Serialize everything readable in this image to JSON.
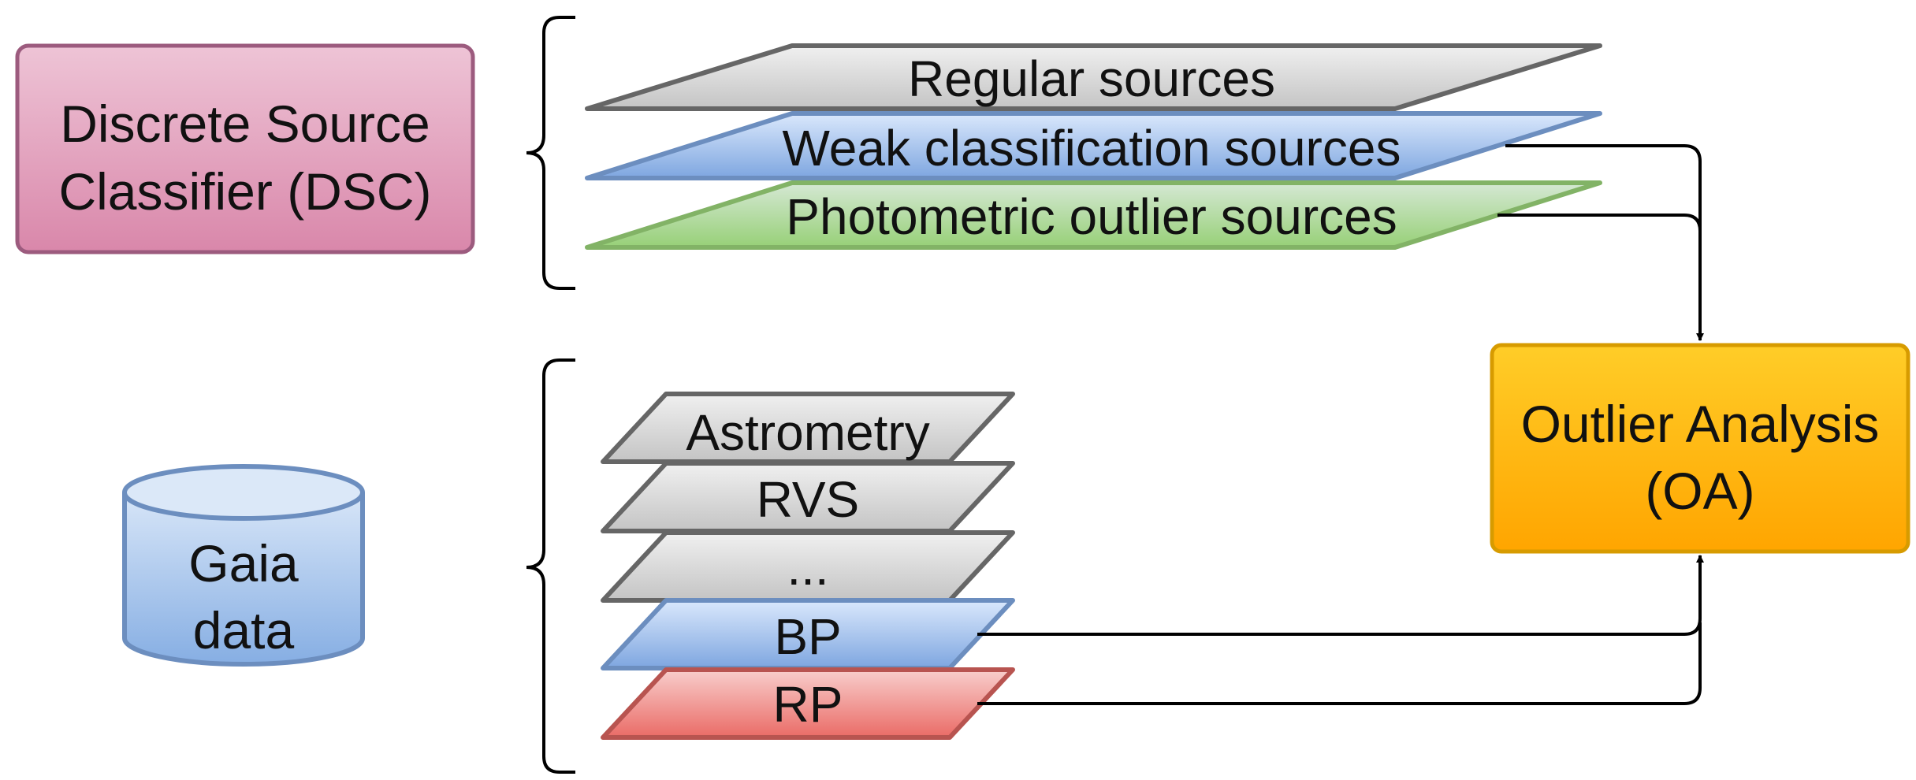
{
  "dsc": {
    "line1": "Discrete Source",
    "line2": "Classifier (DSC)",
    "fill": "#e3a9c4",
    "stroke": "#9c5b7e"
  },
  "gaia": {
    "line1": "Gaia",
    "line2": "data",
    "fill": "#a8c6ee",
    "stroke": "#6c8ebf"
  },
  "oa": {
    "line1": "Outlier Analysis",
    "line2": "(OA)",
    "fill": "#ffb81c",
    "stroke": "#d79b00"
  },
  "source_bands": [
    {
      "label": "Regular sources",
      "fill": "#d6d6d6",
      "stroke": "#666666"
    },
    {
      "label": "Weak classification sources",
      "fill": "#b7cff0",
      "stroke": "#6c8ebf"
    },
    {
      "label": "Photometric outlier sources",
      "fill": "#c3e2ad",
      "stroke": "#82b366"
    }
  ],
  "data_stack": [
    {
      "label": "Astrometry",
      "fill": "#d6d6d6",
      "stroke": "#666666"
    },
    {
      "label": "RVS",
      "fill": "#d6d6d6",
      "stroke": "#666666"
    },
    {
      "label": "...",
      "fill": "#d6d6d6",
      "stroke": "#666666"
    },
    {
      "label": "BP",
      "fill": "#b7cff0",
      "stroke": "#6c8ebf"
    },
    {
      "label": "RP",
      "fill": "#f0a9a9",
      "stroke": "#b85450"
    }
  ]
}
